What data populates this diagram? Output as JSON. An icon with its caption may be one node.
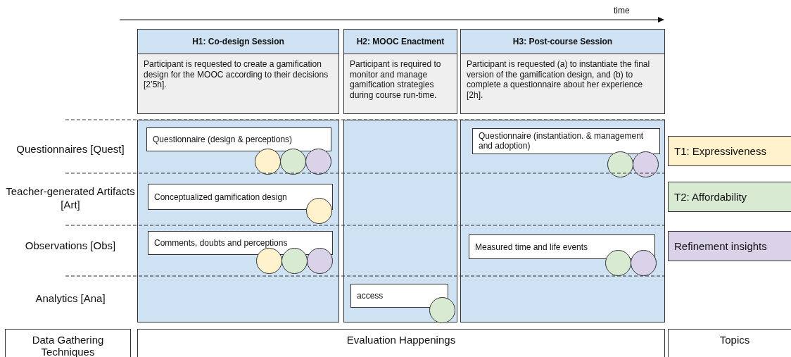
{
  "diagram": {
    "nodes": [
      {
        "text": [
          "H1: Co-design Session",
          "Participant is requested to create a gamification design for the MOOC according to their decisions [2’5h]."
        ]
      },
      {
        "text": [
          "H2: MOOC Enactment",
          "Participant is required to monitor and manage gamification strategies during course run-time."
        ]
      },
      {
        "text": [
          "H3: Post-course Session",
          "Participant is requested (a) to instantiate the final version of the gamification design, and (b) to complete a questionnaire about her experience [2h]."
        ]
      },
      {
        "text": [],
        "shape": "box"
      },
      {
        "text": [],
        "shape": "box"
      },
      {
        "text": [],
        "shape": "box"
      },
      {
        "text": [
          "Questionnaire (design & perceptions)"
        ],
        "in": 3
      },
      {
        "text": [],
        "shape": "circle",
        "in": 3
      },
      {
        "text": [],
        "shape": "circle",
        "in": 3
      },
      {
        "text": [],
        "shape": "circle",
        "in": 3
      },
      {
        "text": [
          "Conceptualized gamification design"
        ],
        "in": 3
      },
      {
        "text": [],
        "shape": "circle",
        "in": 3
      },
      {
        "text": [
          "Comments, doubts and perceptions"
        ],
        "in": 3
      },
      {
        "text": [],
        "shape": "circle",
        "in": 3
      },
      {
        "text": [],
        "shape": "circle",
        "in": 3
      },
      {
        "text": [],
        "shape": "circle",
        "in": 3
      },
      {
        "text": [
          "Questionnaire (instantiation. & management and adoption)"
        ],
        "in": 5
      },
      {
        "text": [],
        "shape": "circle",
        "in": 5
      },
      {
        "text": [],
        "shape": "circle",
        "in": 5
      },
      {
        "text": [
          "Measured time and life events"
        ],
        "in": 5
      },
      {
        "text": [],
        "shape": "circle",
        "in": 5
      },
      {
        "text": [],
        "shape": "circle",
        "in": 5
      },
      {
        "text": [
          "access"
        ],
        "in": 4
      },
      {
        "text": [],
        "shape": "circle",
        "in": 4
      },
      {
        "text": [
          "Data Gathering Techniques"
        ]
      },
      {
        "text": [
          "Evaluation Happenings"
        ]
      },
      {
        "text": [
          "Topics"
        ]
      }
    ],
    "edges": [],
    "labels": [
      "time",
      "Questionnaires [Quest]",
      "Teacher-generated Artifacts [Art]",
      "Observations [Obs]",
      "Analytics [Ana]"
    ],
    "legend": [
      {
        "text": "T1: Expressiveness",
        "color": "#fff2cc"
      },
      {
        "text": "T2: Affordability",
        "color": "#d9ead3"
      },
      {
        "text": "Refinement insights",
        "color": "#d9d2e9"
      }
    ]
  }
}
